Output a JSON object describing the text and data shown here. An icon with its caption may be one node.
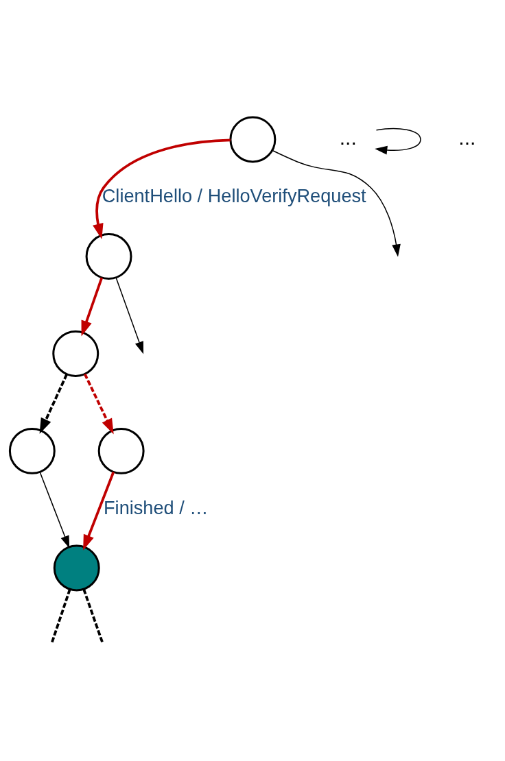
{
  "diagram": {
    "nodes": [
      {
        "text": [],
        "shape": "circle"
      },
      {
        "text": [],
        "shape": "circle"
      },
      {
        "text": [
          "..."
        ]
      },
      {
        "text": [],
        "shape": "circle"
      },
      {
        "text": [],
        "shape": "circle"
      },
      {
        "text": [],
        "shape": "circle"
      },
      {
        "text": [],
        "shape": "circle"
      }
    ],
    "edges": [
      {
        "from": 0,
        "to": 1,
        "arrow": "to",
        "color": "#c00000",
        "label": "ClientHello / HelloVerifyRequest"
      },
      {
        "from": 0,
        "to": null,
        "arrow": "to"
      },
      {
        "from": 2,
        "to": 2,
        "arrow": "to"
      },
      {
        "from": 1,
        "to": 3,
        "arrow": "to",
        "color": "#c00000"
      },
      {
        "from": 1,
        "to": null,
        "arrow": "to"
      },
      {
        "from": 3,
        "to": 4,
        "arrow": "to",
        "style": "dashed"
      },
      {
        "from": 3,
        "to": 5,
        "arrow": "to",
        "style": "dashed",
        "color": "#c00000"
      },
      {
        "from": 4,
        "to": 6,
        "arrow": "to"
      },
      {
        "from": 5,
        "to": 6,
        "arrow": "to",
        "color": "#c00000",
        "label": "Finished / …"
      },
      {
        "from": 6,
        "to": null,
        "arrow": "none",
        "style": "dashed"
      },
      {
        "from": 6,
        "to": null,
        "arrow": "none",
        "style": "dashed"
      }
    ],
    "labels": [
      "..."
    ]
  }
}
